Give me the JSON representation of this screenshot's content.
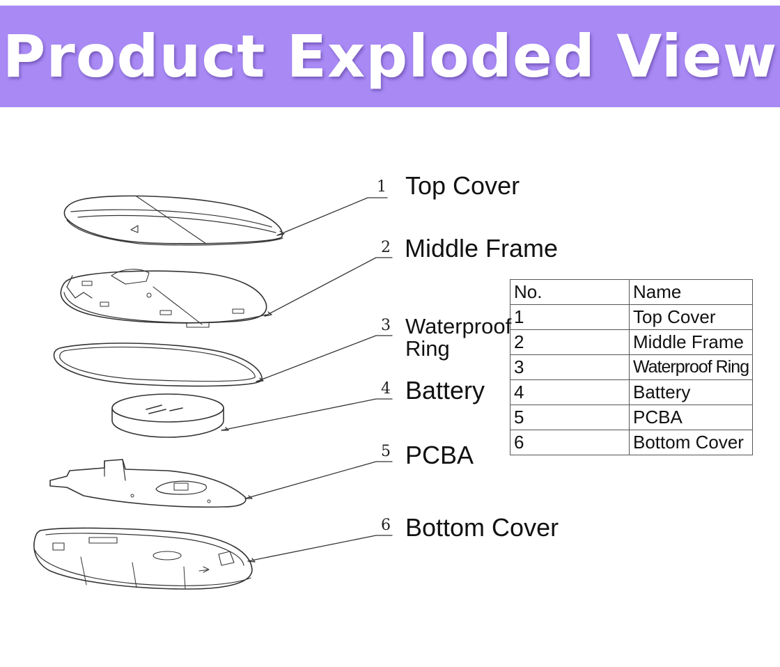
{
  "banner": {
    "title": "Product Exploded View"
  },
  "callouts": [
    {
      "number": "1",
      "label": "Top Cover"
    },
    {
      "number": "2",
      "label": "Middle Frame"
    },
    {
      "number": "3",
      "label_line1": "Waterproof",
      "label_line2": "Ring"
    },
    {
      "number": "4",
      "label": "Battery"
    },
    {
      "number": "5",
      "label": "PCBA"
    },
    {
      "number": "6",
      "label": "Bottom Cover"
    }
  ],
  "table": {
    "headers": [
      "No.",
      "Name"
    ],
    "rows": [
      [
        "1",
        "Top Cover"
      ],
      [
        "2",
        "Middle Frame"
      ],
      [
        "3",
        "Waterproof Ring"
      ],
      [
        "4",
        "Battery"
      ],
      [
        "5",
        "PCBA"
      ],
      [
        "6",
        "Bottom Cover"
      ]
    ]
  },
  "colors": {
    "banner": "#a98af5",
    "banner_text": "#ffffff",
    "line": "#333333"
  }
}
